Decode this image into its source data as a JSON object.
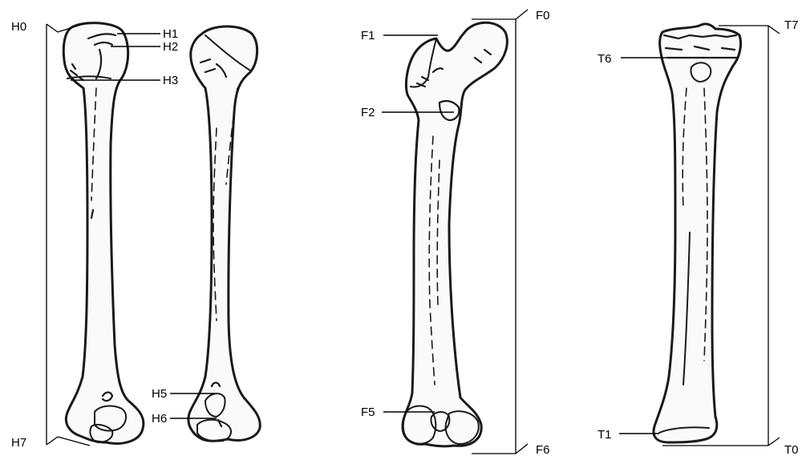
{
  "humerus_labels": {
    "h0": "H0",
    "h1": "H1",
    "h2": "H2",
    "h3": "H3",
    "h5": "H5",
    "h6": "H6",
    "h7": "H7"
  },
  "femur_labels": {
    "f0": "F0",
    "f1": "F1",
    "f2": "F2",
    "f5": "F5",
    "f6": "F6"
  },
  "tibia_labels": {
    "t0": "T0",
    "t1": "T1",
    "t6": "T6",
    "t7": "T7"
  }
}
